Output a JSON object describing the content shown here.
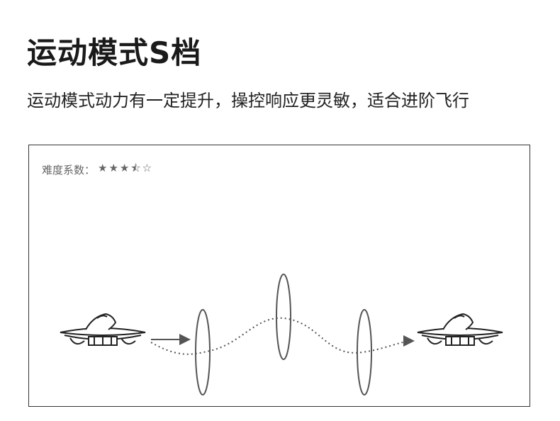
{
  "header": {
    "title": "运动模式S档",
    "subtitle": "运动模式动力有一定提升，操控响应更灵敏，适合进阶飞行"
  },
  "panel": {
    "difficulty_label": "难度系数：",
    "difficulty_stars": "★★★⯪☆",
    "difficulty_rating": 3.5,
    "difficulty_max": 5
  }
}
